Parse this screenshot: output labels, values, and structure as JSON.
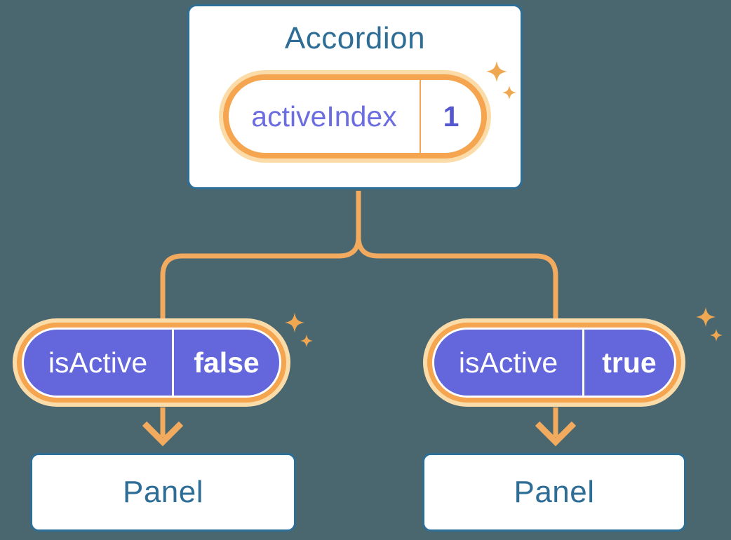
{
  "colors": {
    "background": "#4a6770",
    "card_border": "#2d6e97",
    "card_text": "#2e6e96",
    "line_orange": "#f2ab5e",
    "ring_orange": "#f5a54f",
    "ring_glow": "#fbdca9",
    "purple": "#6466db",
    "state_name_text": "#6b6de1",
    "state_value_text": "#5457cf",
    "sparkle": "#f0a751",
    "white": "#ffffff"
  },
  "accordion": {
    "title": "Accordion",
    "state": {
      "name": "activeIndex",
      "value": "1"
    }
  },
  "branches": [
    {
      "prop": {
        "name": "isActive",
        "value": "false"
      },
      "panel": {
        "title": "Panel"
      }
    },
    {
      "prop": {
        "name": "isActive",
        "value": "true"
      },
      "panel": {
        "title": "Panel"
      }
    }
  ]
}
